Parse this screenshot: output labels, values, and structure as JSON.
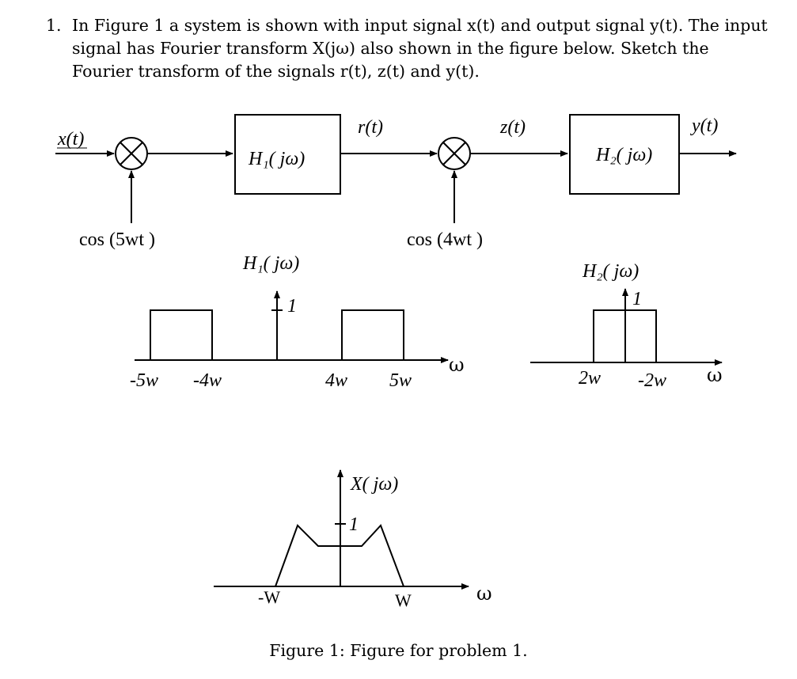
{
  "problem": {
    "number": "1.",
    "text": "In Figure 1 a system is shown with input signal x(t) and output signal y(t). The input signal has Fourier transform X(jω) also shown in the figure below. Sketch the Fourier transform of the signals r(t), z(t) and y(t)."
  },
  "block_diagram": {
    "input_label": "x(t)",
    "multiplier1_carrier": "cos (5wt )",
    "block1_label": "H₁( jω)",
    "signal_r": "r(t)",
    "multiplier2_carrier": "cos (4wt )",
    "signal_z": "z(t)",
    "block2_label": "H₂( jω)",
    "output_label": "y(t)"
  },
  "h1_plot": {
    "title": "H₁( jω)",
    "height_label": "1",
    "ticks": [
      "-5w",
      "-4w",
      "4w",
      "5w"
    ],
    "axis_label": "ω"
  },
  "h2_plot": {
    "title": "H₂( jω)",
    "height_label": "1",
    "ticks": [
      "2w",
      "-2w"
    ],
    "axis_label": "ω"
  },
  "x_plot": {
    "title": "X( jω)",
    "height_label": "1",
    "ticks": [
      "-W",
      "W"
    ],
    "axis_label": "ω"
  },
  "caption": "Figure 1: Figure for problem 1."
}
